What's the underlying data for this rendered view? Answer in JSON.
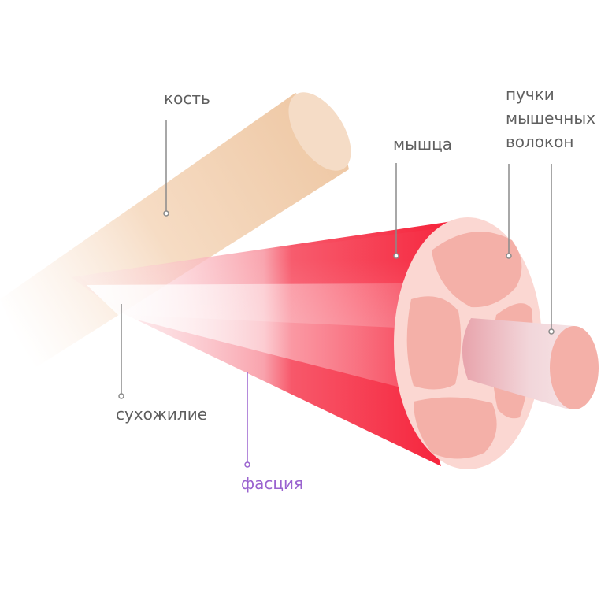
{
  "labels": {
    "bone": "кость",
    "muscle": "мышца",
    "fiber_bundles": "пучки\nмышечных\nволокон",
    "tendon": "сухожилие",
    "fascia": "фасция"
  },
  "colors": {
    "label_text": "#5f5f5f",
    "fascia_text": "#9a63cf",
    "leader_line": "#8a8a8a",
    "bone": "#f0cfb0",
    "muscle": "#f5293f",
    "bundle": "#f4b0a8",
    "bundle_border": "#fbd7d2"
  }
}
